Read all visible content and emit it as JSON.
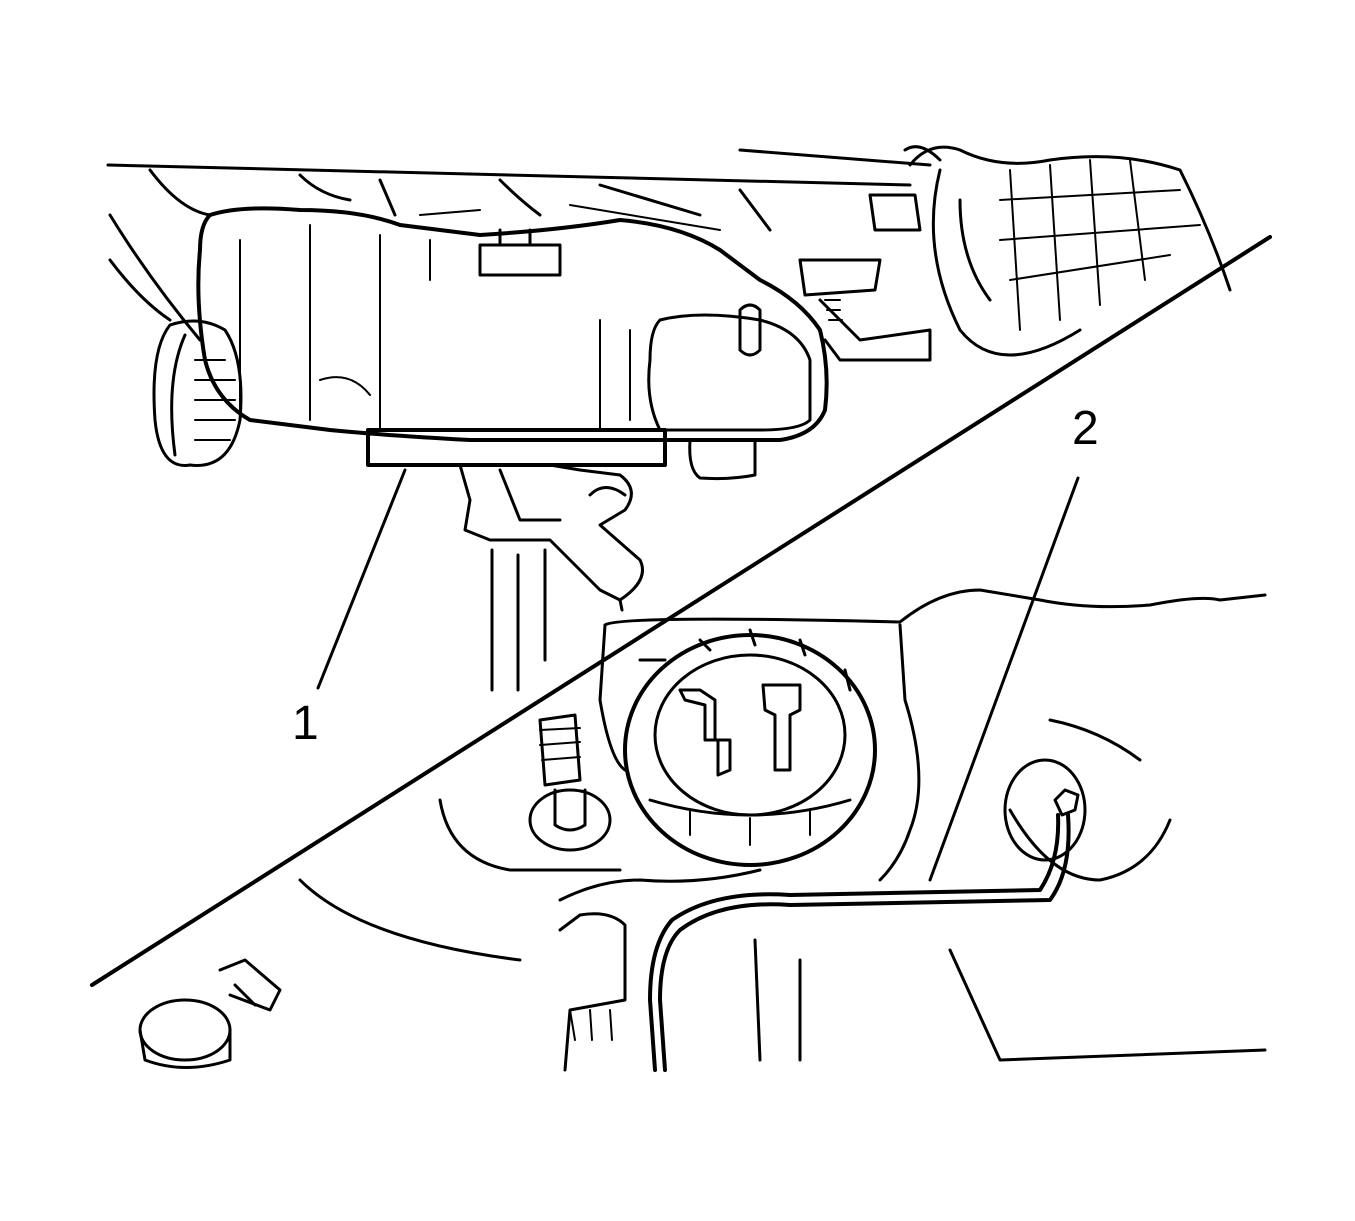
{
  "diagram": {
    "type": "technical-illustration",
    "subject": "Fuel tank removal with transmission jack; fuel pump module and vent hose detail",
    "colors": {
      "line": "#000000",
      "background": "#ffffff"
    },
    "callouts": [
      {
        "id": 1,
        "label": "1",
        "target": "transmission jack supporting fuel tank"
      },
      {
        "id": 2,
        "label": "2",
        "target": "hose routed over fuel tank"
      }
    ],
    "panels": [
      {
        "name": "upper-left",
        "content": "vehicle underbody with fuel tank lowered on jack"
      },
      {
        "name": "lower-right",
        "content": "top of fuel tank with fuel pump module and hose"
      }
    ]
  }
}
